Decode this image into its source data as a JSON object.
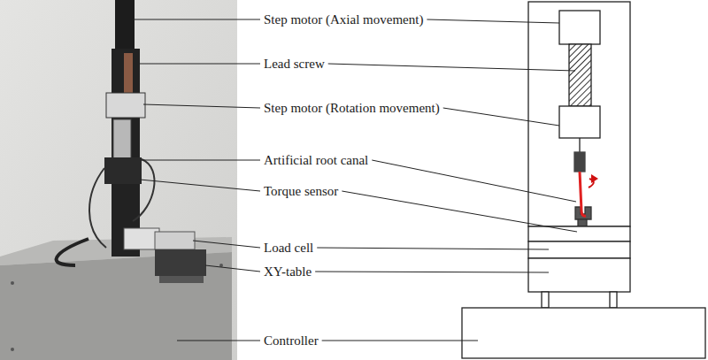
{
  "diagram": {
    "labels": [
      "Step motor (Axial movement)",
      "Lead screw",
      "Step motor (Rotation movement)",
      "Artificial root canal",
      "Torque sensor",
      "Load cell",
      "XY-table",
      "Controller"
    ]
  }
}
